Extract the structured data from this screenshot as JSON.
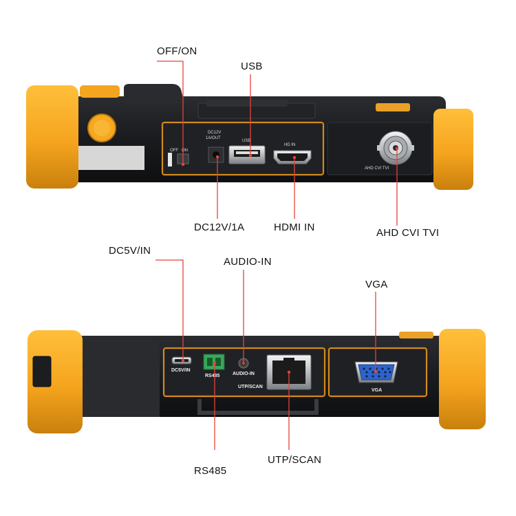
{
  "callouts": {
    "off_on": "OFF/ON",
    "usb": "USB",
    "dc12v_1a": "DC12V/1A",
    "hdmi_in": "HDMI IN",
    "ahd_cvi_tvi": "AHD CVI TVI",
    "dc5v_in": "DC5V/IN",
    "audio_in": "AUDIO-IN",
    "vga": "VGA",
    "rs485": "RS485",
    "utp_scan": "UTP/SCAN"
  },
  "panel_labels": {
    "top": {
      "off": "OFF",
      "on": "ON",
      "dc_line1": "DC12V",
      "dc_line2": "1A/OUT",
      "usb": "USB",
      "hd_in": "HD IN",
      "bnc": "AHD CVI TVI"
    },
    "bottom": {
      "dc5v": "DC5V/IN",
      "rs485": "RS485",
      "audio": "AUDIO-IN",
      "utp": "UTP/SCAN",
      "vga": "VGA"
    }
  },
  "colors": {
    "bumper": "#f5a623",
    "body": "#1b1c1f",
    "panel_border": "#d38a1c",
    "leader_line": "#e8423a"
  }
}
